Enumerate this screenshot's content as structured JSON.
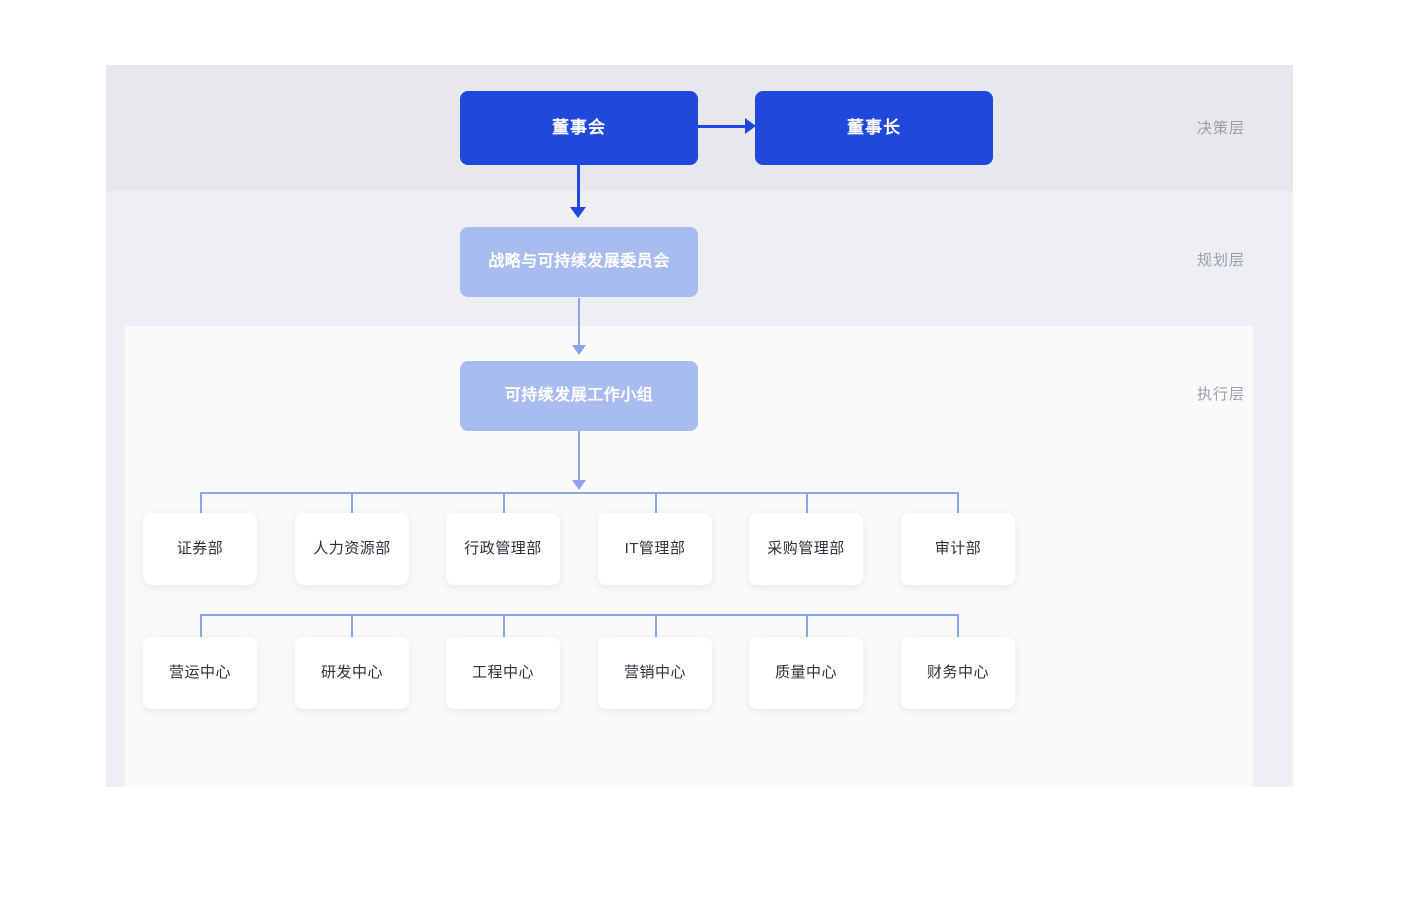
{
  "diagram": {
    "type": "organization-chart",
    "layers": [
      {
        "id": "decision",
        "label": "决策层"
      },
      {
        "id": "planning",
        "label": "规划层"
      },
      {
        "id": "execution",
        "label": "执行层"
      }
    ],
    "nodes": {
      "board": "董事会",
      "chairman": "董事长",
      "committee": "战略与可持续发展委员会",
      "workgroup": "可持续发展工作小组"
    },
    "department_row_1": [
      "证券部",
      "人力资源部",
      "行政管理部",
      "IT管理部",
      "采购管理部",
      "审计部"
    ],
    "department_row_2": [
      "营运中心",
      "研发中心",
      "工程中心",
      "营销中心",
      "质量中心",
      "财务中心"
    ],
    "colors": {
      "primary_blue": "#2049db",
      "committee_blue": "#a8bcf0",
      "connector_blue": "#8da4e8",
      "band_decision": "#e6e8ec",
      "band_planning": "#edeff3",
      "band_execution_inner": "#fafafa",
      "node_text_dark": "#2c3038",
      "label_gray": "#9aa0aa"
    }
  }
}
